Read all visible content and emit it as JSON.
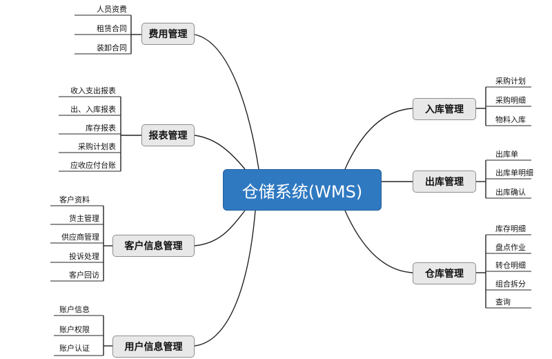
{
  "center": "仓储系统(WMS)",
  "branches": {
    "fee": {
      "label": "费用管理",
      "items": [
        "人员资费",
        "租赁合同",
        "装卸合同"
      ]
    },
    "report": {
      "label": "报表管理",
      "items": [
        "收入支出报表",
        "出、入库报表",
        "库存报表",
        "采购计划表",
        "应收应付台账"
      ]
    },
    "customer": {
      "label": "客户信息管理",
      "items": [
        "客户资料",
        "货主管理",
        "供应商管理",
        "投诉处理",
        "客户回访"
      ]
    },
    "user": {
      "label": "用户信息管理",
      "items": [
        "账户信息",
        "账户权限",
        "账户认证"
      ]
    },
    "inbound": {
      "label": "入库管理",
      "items": [
        "采购计划",
        "采购明细",
        "物料入库"
      ]
    },
    "outbound": {
      "label": "出库管理",
      "items": [
        "出库单",
        "出库单明细",
        "出库确认"
      ]
    },
    "warehouse": {
      "label": "仓库管理",
      "items": [
        "库存明细",
        "盘点作业",
        "转仓明细",
        "组合拆分",
        "查询"
      ]
    }
  },
  "colors": {
    "center_fill": "#2f79c1",
    "node_fill": "#e8e8e8",
    "line": "#222222"
  }
}
